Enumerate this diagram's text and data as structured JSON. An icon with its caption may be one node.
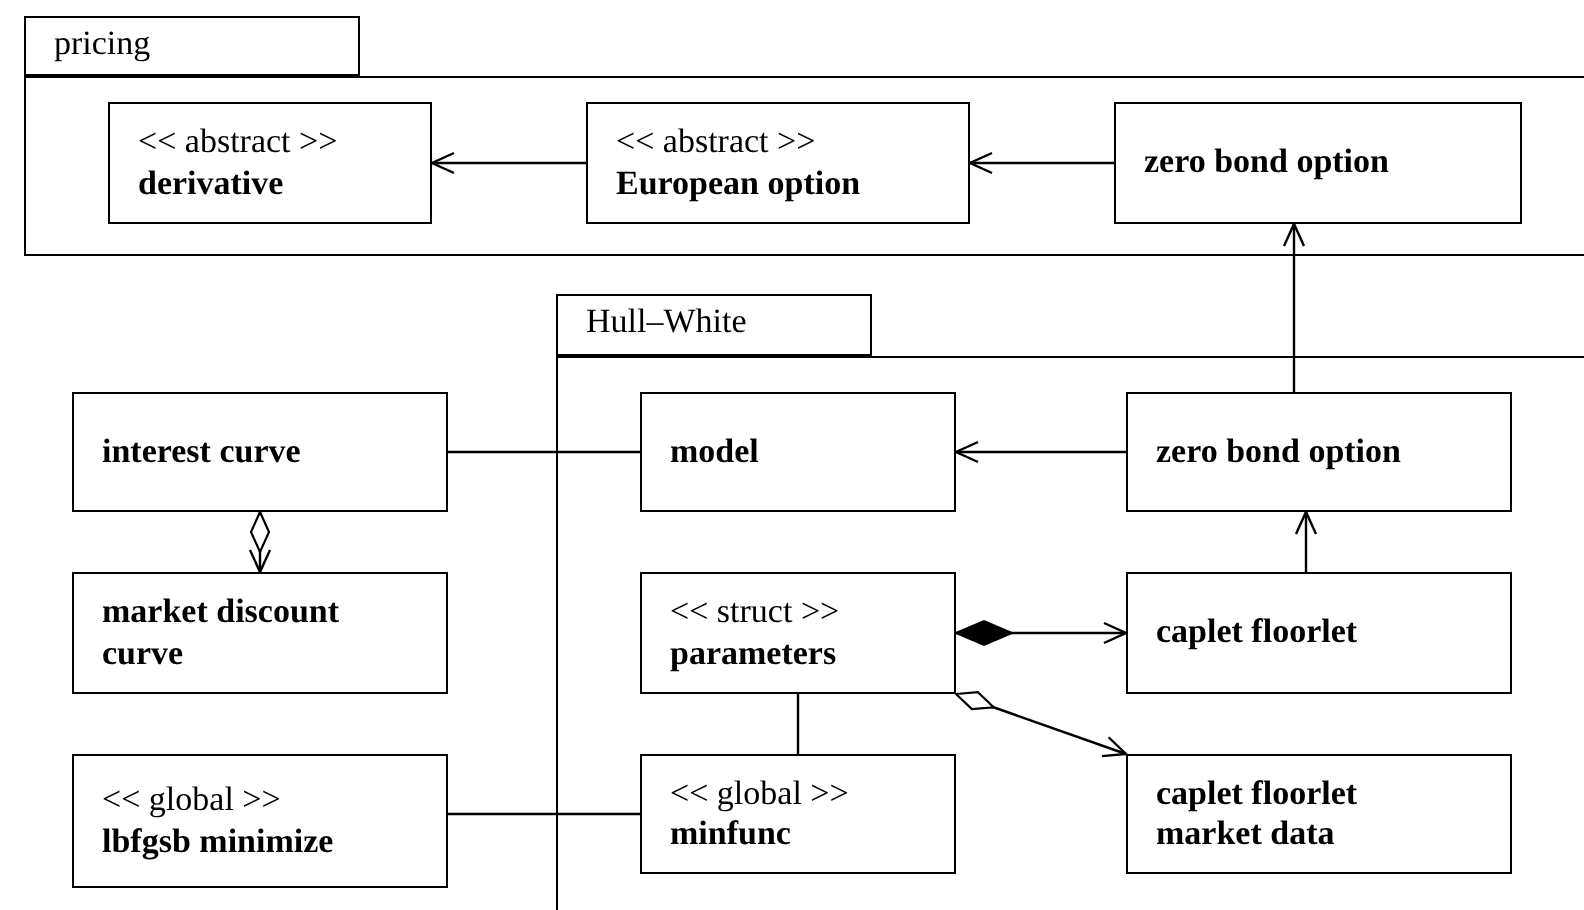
{
  "diagram": {
    "nodes": [
      {
        "text": [
          "pricing"
        ]
      },
      {
        "text": [
          "<< abstract >>",
          "derivative"
        ],
        "in": 0
      },
      {
        "text": [
          "<< abstract >>",
          "European option"
        ],
        "in": 0
      },
      {
        "text": [
          "zero bond option"
        ],
        "in": 0
      },
      {
        "text": [
          "Hull–White"
        ]
      },
      {
        "text": [
          "interest curve"
        ]
      },
      {
        "text": [
          "model"
        ],
        "in": 4
      },
      {
        "text": [
          "zero bond option"
        ],
        "in": 4
      },
      {
        "text": [
          "market discount curve"
        ]
      },
      {
        "text": [
          "<< struct >>",
          "parameters"
        ],
        "in": 4
      },
      {
        "text": [
          "caplet floorlet"
        ],
        "in": 4
      },
      {
        "text": [
          "<< global >>",
          "lbfgsb minimize"
        ]
      },
      {
        "text": [
          "<< global >>",
          "minfunc"
        ],
        "in": 4
      },
      {
        "text": [
          "caplet floorlet market data"
        ],
        "in": 4
      }
    ],
    "edges": [
      {
        "from": 2,
        "to": 1,
        "arrow": "to"
      },
      {
        "from": 3,
        "to": 2,
        "arrow": "to"
      },
      {
        "from": 7,
        "to": 3,
        "arrow": "to"
      },
      {
        "from": 7,
        "to": 6,
        "arrow": "to"
      },
      {
        "from": 5,
        "to": 6,
        "arrow": "none"
      },
      {
        "from": 5,
        "to": 8,
        "arrow": "to"
      },
      {
        "from": 10,
        "to": 7,
        "arrow": "to"
      },
      {
        "from": 9,
        "to": 10,
        "arrow": "to"
      },
      {
        "from": 9,
        "to": 13,
        "arrow": "to"
      },
      {
        "from": 9,
        "to": 12,
        "arrow": "none"
      },
      {
        "from": 11,
        "to": 12,
        "arrow": "none"
      }
    ]
  }
}
